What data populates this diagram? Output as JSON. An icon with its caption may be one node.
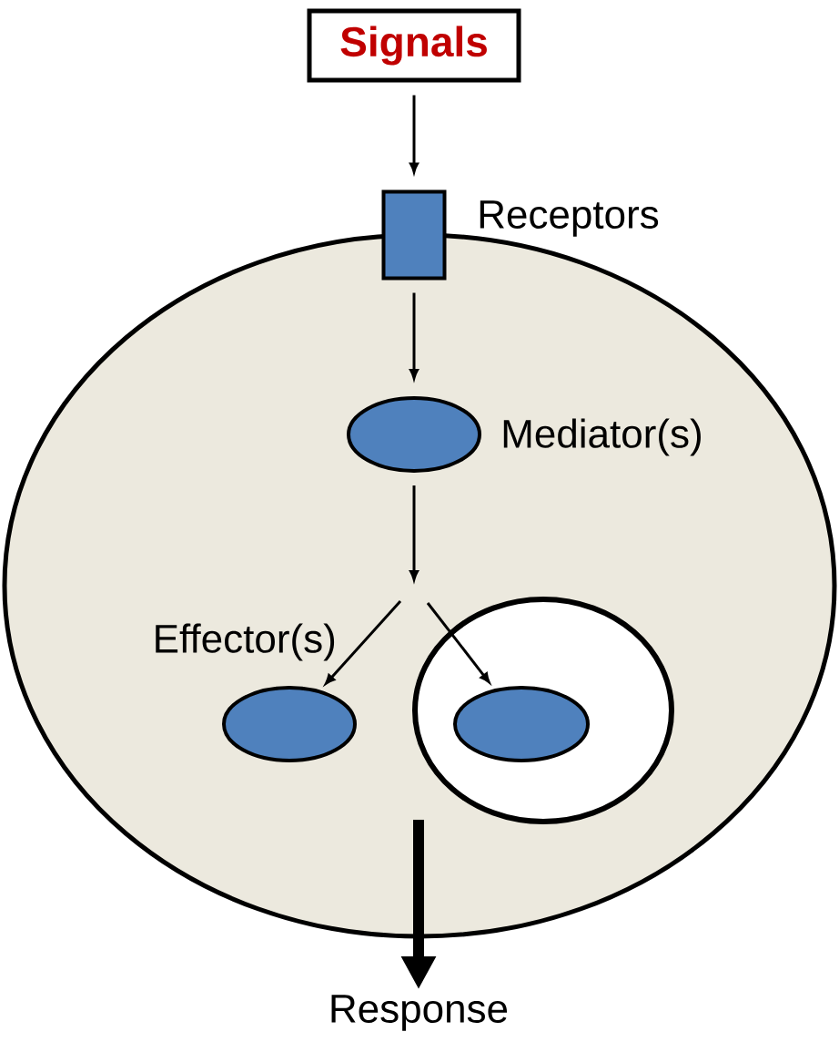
{
  "diagram": {
    "nodes": [
      {
        "text": [
          "Signals"
        ]
      },
      {
        "text": [],
        "shape": "ellipse"
      },
      {
        "text": [],
        "shape": "box",
        "beside": [
          "Receptors"
        ]
      },
      {
        "text": [],
        "shape": "ellipse",
        "in": 1,
        "beside": [
          "Mediator(s)"
        ]
      },
      {
        "text": [],
        "shape": "ellipse",
        "in": 1,
        "beside": [
          "Effector(s)"
        ]
      },
      {
        "text": [],
        "shape": "circle",
        "in": 1
      },
      {
        "text": [],
        "shape": "ellipse",
        "in": 5
      },
      {
        "text": [
          "Response"
        ]
      }
    ],
    "edges": [
      {
        "from": 0,
        "to": 2,
        "arrow": "to"
      },
      {
        "from": 2,
        "to": 3,
        "arrow": "to"
      },
      {
        "from": 3,
        "to": null,
        "arrow": "to"
      },
      {
        "from": null,
        "to": 4,
        "arrow": "to"
      },
      {
        "from": null,
        "to": 6,
        "arrow": "to"
      },
      {
        "from": null,
        "to": 7,
        "arrow": "to",
        "style": "thick"
      }
    ]
  }
}
